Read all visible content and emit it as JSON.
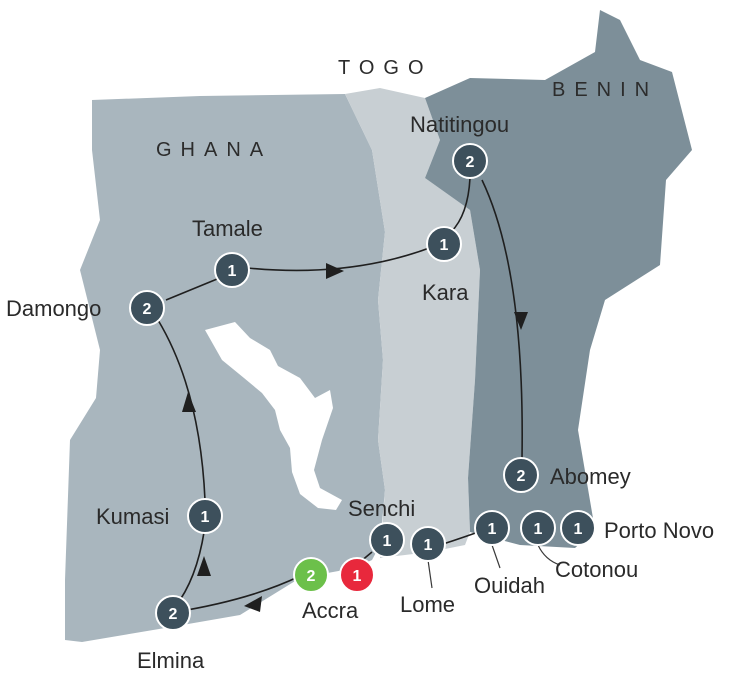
{
  "colors": {
    "ghana": "#a9b6be",
    "togo": "#c8cfd3",
    "benin": "#7d8f99",
    "lake": "#ffffff",
    "stop_default": "#3d505c",
    "stop_start": "#6cc04a",
    "stop_end": "#e8283c"
  },
  "countries": {
    "togo": "TOGO",
    "benin": "BENIN",
    "ghana": "GHANA"
  },
  "stops": [
    {
      "id": "natitingou",
      "name": "Natitingou",
      "nights": "2",
      "icon": "night-count-badge"
    },
    {
      "id": "kara",
      "name": "Kara",
      "nights": "1",
      "icon": "night-count-badge"
    },
    {
      "id": "tamale",
      "name": "Tamale",
      "nights": "1",
      "icon": "night-count-badge"
    },
    {
      "id": "damongo",
      "name": "Damongo",
      "nights": "2",
      "icon": "night-count-badge"
    },
    {
      "id": "kumasi",
      "name": "Kumasi",
      "nights": "1",
      "icon": "night-count-badge"
    },
    {
      "id": "elmina",
      "name": "Elmina",
      "nights": "2",
      "icon": "night-count-badge"
    },
    {
      "id": "accra",
      "name": "Accra",
      "nights_start": "2",
      "nights_end": "1",
      "icon": "night-count-badge"
    },
    {
      "id": "senchi",
      "name": "Senchi",
      "nights": "1",
      "icon": "night-count-badge"
    },
    {
      "id": "lome",
      "name": "Lome",
      "nights": "1",
      "icon": "night-count-badge"
    },
    {
      "id": "ouidah",
      "name": "Ouidah",
      "nights": "1",
      "icon": "night-count-badge"
    },
    {
      "id": "cotonou",
      "name": "Cotonou",
      "nights": "1",
      "icon": "night-count-badge"
    },
    {
      "id": "porto_novo",
      "name": "Porto Novo",
      "nights": "1",
      "icon": "night-count-badge"
    },
    {
      "id": "abomey",
      "name": "Abomey",
      "nights": "2",
      "icon": "night-count-badge"
    }
  ]
}
